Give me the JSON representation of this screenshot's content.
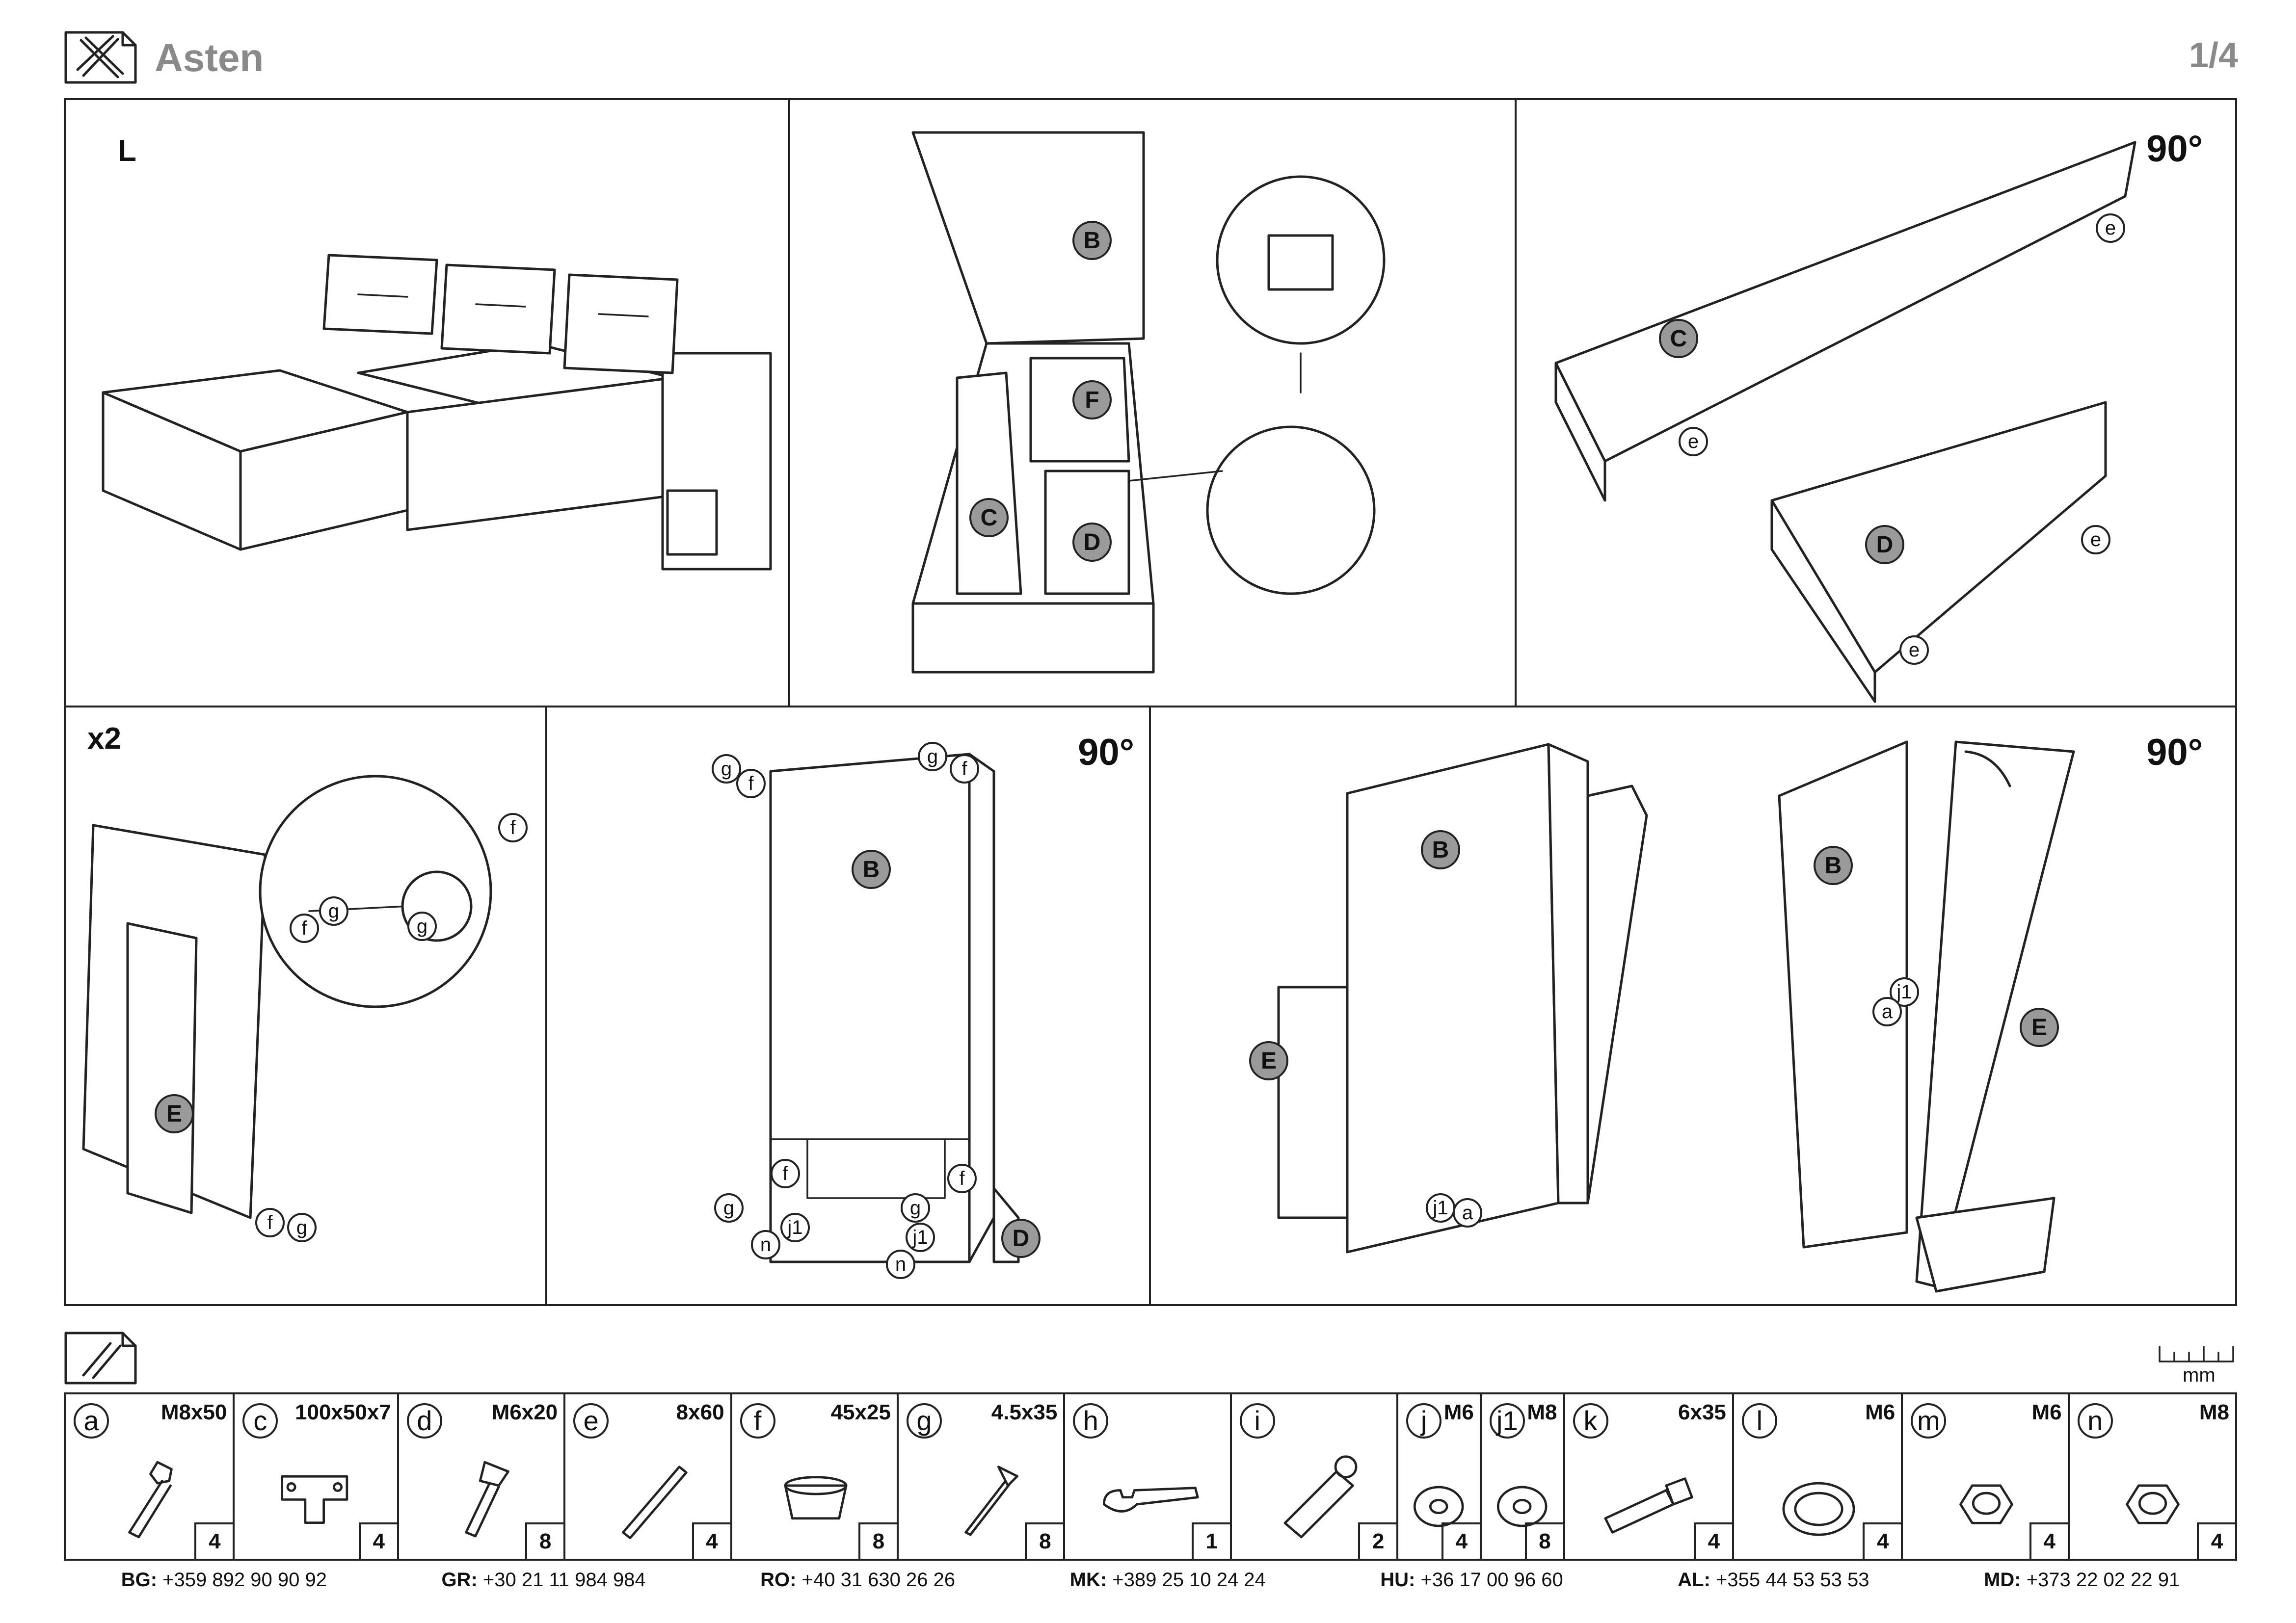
{
  "header": {
    "title": "Asten",
    "page": "1/4",
    "icon": "tools-icon"
  },
  "panels": {
    "p1": {
      "label": "L"
    },
    "p2": {
      "parts": [
        "B",
        "F",
        "C",
        "D"
      ]
    },
    "p3": {
      "rotation": "90°",
      "parts": [
        "C",
        "D"
      ],
      "hw": "e"
    },
    "p4": {
      "label": "x2",
      "part": "E",
      "hw": [
        "f",
        "g"
      ]
    },
    "p5": {
      "rotation": "90°",
      "parts": [
        "B",
        "D"
      ],
      "hw": [
        "g",
        "f",
        "j1",
        "n"
      ]
    },
    "p6": {
      "rotation": "90°",
      "parts": [
        "B",
        "E"
      ],
      "hw": [
        "j1",
        "a"
      ]
    }
  },
  "hardware_header_icon": "hardware-pack-icon",
  "ruler_unit": "mm",
  "hardware": [
    {
      "letter": "a",
      "spec": "M8x50",
      "qty": "4",
      "icon": "bolt-icon"
    },
    {
      "letter": "c",
      "spec": "100x50x7",
      "qty": "4",
      "icon": "bracket-icon"
    },
    {
      "letter": "d",
      "spec": "M6x20",
      "qty": "8",
      "icon": "screw-icon"
    },
    {
      "letter": "e",
      "spec": "8x60",
      "qty": "4",
      "icon": "dowel-icon"
    },
    {
      "letter": "f",
      "spec": "45x25",
      "qty": "8",
      "icon": "foot-cap-icon"
    },
    {
      "letter": "g",
      "spec": "4.5x35",
      "qty": "8",
      "icon": "wood-screw-icon"
    },
    {
      "letter": "h",
      "spec": "",
      "qty": "1",
      "icon": "wrench-icon"
    },
    {
      "letter": "i",
      "spec": "",
      "qty": "2",
      "icon": "hinge-icon"
    },
    {
      "letter": "j",
      "spec": "M6",
      "qty": "4",
      "icon": "washer-icon"
    },
    {
      "letter": "j1",
      "spec": "M8",
      "qty": "8",
      "icon": "washer-icon"
    },
    {
      "letter": "k",
      "spec": "6x35",
      "qty": "4",
      "icon": "spring-bolt-icon"
    },
    {
      "letter": "l",
      "spec": "M6",
      "qty": "4",
      "icon": "split-ring-icon"
    },
    {
      "letter": "m",
      "spec": "M6",
      "qty": "4",
      "icon": "nut-icon"
    },
    {
      "letter": "n",
      "spec": "M8",
      "qty": "4",
      "icon": "nut-icon"
    }
  ],
  "contacts": [
    {
      "code": "BG:",
      "phone": "+359 892 90 90 92"
    },
    {
      "code": "GR:",
      "phone": "+30 21 11 984 984"
    },
    {
      "code": "RO:",
      "phone": "+40 31 630 26 26"
    },
    {
      "code": "MK:",
      "phone": "+389 25 10 24 24"
    },
    {
      "code": "HU:",
      "phone": "+36 17 00 96 60"
    },
    {
      "code": "AL:",
      "phone": "+355 44 53 53 53"
    },
    {
      "code": "MD:",
      "phone": "+373 22 02 22 91"
    }
  ]
}
